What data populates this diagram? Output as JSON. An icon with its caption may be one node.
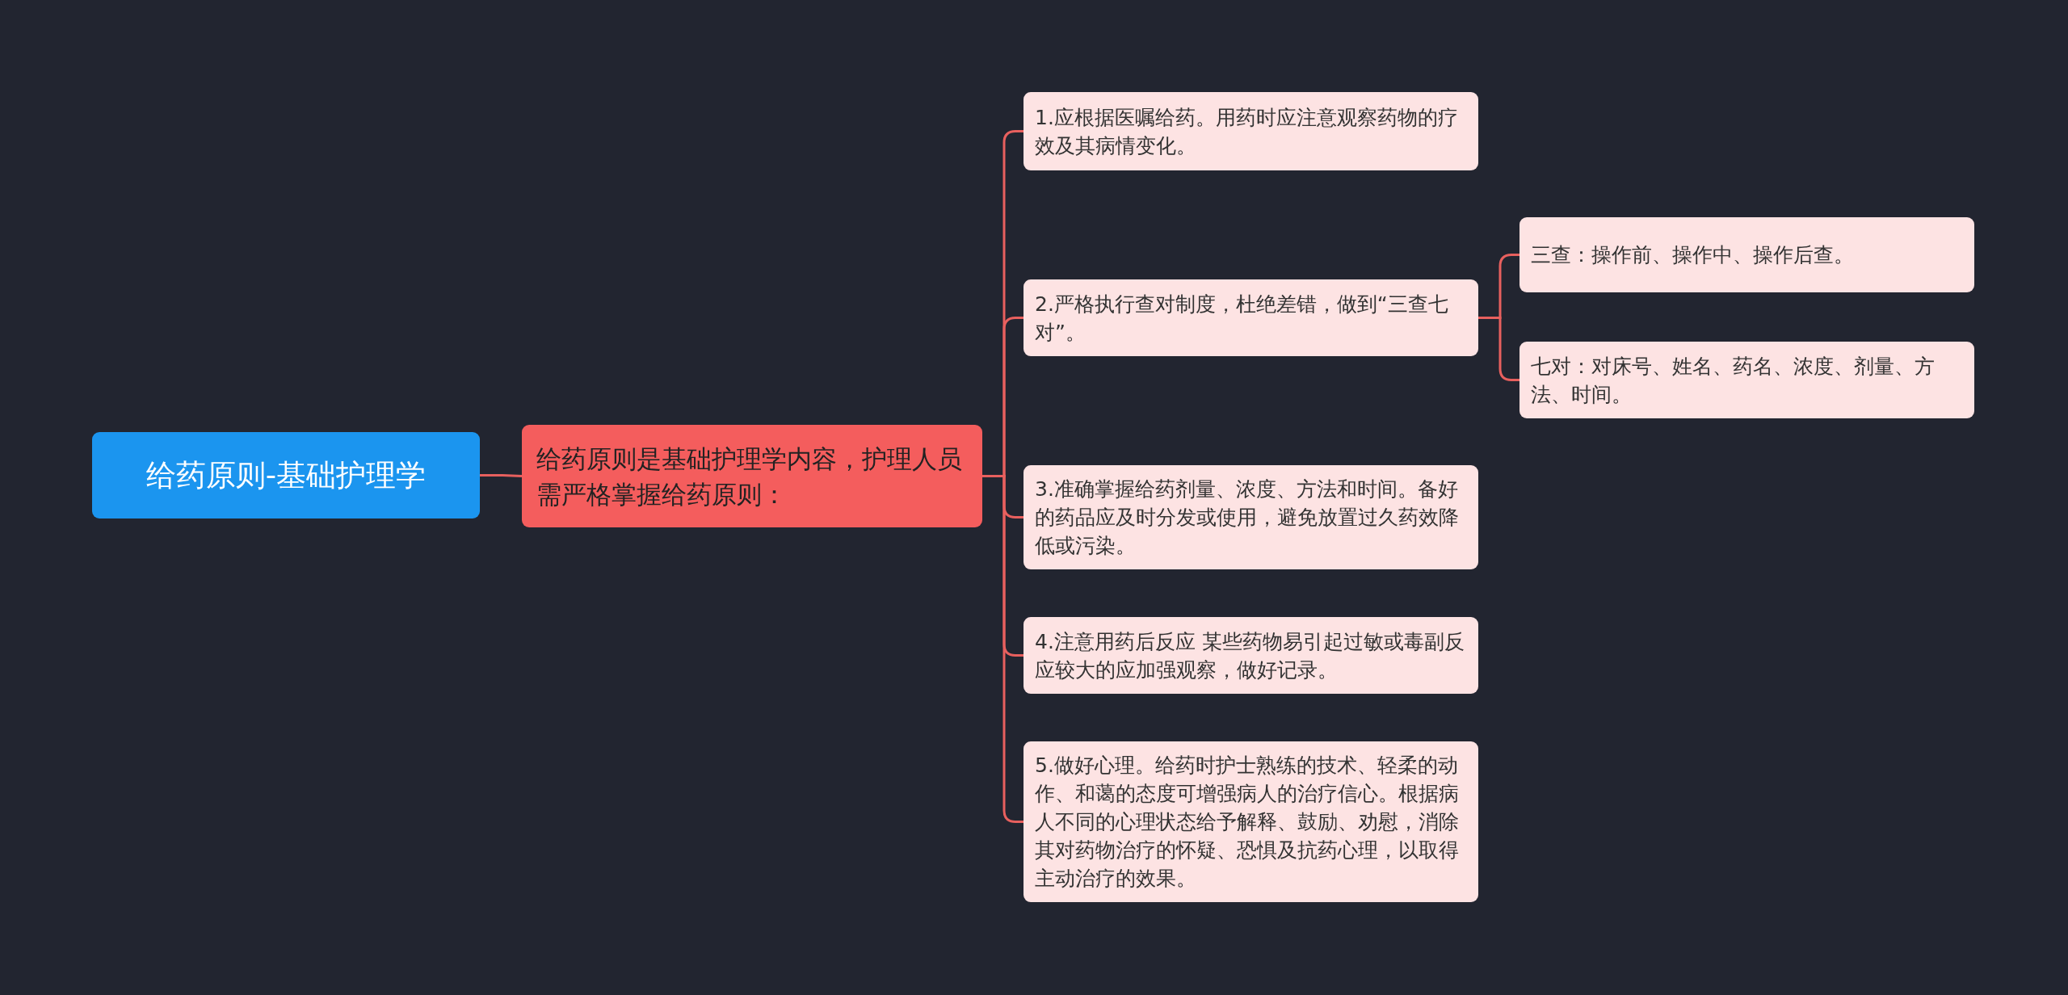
{
  "diagram": {
    "nodes": [
      {
        "text": [
          "给药原则-基础护理学"
        ]
      },
      {
        "text": [
          "给药原则是基础护理学内容，护理人员需严格掌握给药原则："
        ]
      },
      {
        "text": [
          "1.应根据医嘱给药。用药时应注意观察药物的疗效及其病情变化。"
        ]
      },
      {
        "text": [
          "2.严格执行查对制度，杜绝差错，做到“三查七对”。"
        ]
      },
      {
        "text": [
          "三查：操作前、操作中、操作后查。"
        ]
      },
      {
        "text": [
          "七对：对床号、姓名、药名、浓度、剂量、方法、时间。"
        ]
      },
      {
        "text": [
          "3.准确掌握给药剂量、浓度、方法和时间。备好的药品应及时分发或使用，避免放置过久药效降低或污染。"
        ]
      },
      {
        "text": [
          "4.注意用药后反应 某些药物易引起过敏或毒副反应较大的应加强观察，做好记录。"
        ]
      },
      {
        "text": [
          "5.做好心理。给药时护士熟练的技术、轻柔的动作、和蔼的态度可增强病人的治疗信心。根据病人不同的心理状态给予解释、鼓励、劝慰，消除其对药物治疗的怀疑、恐惧及抗药心理，以取得主动治疗的效果。"
        ]
      }
    ],
    "edges": [
      {
        "from": 0,
        "to": 1,
        "arrow": "none"
      },
      {
        "from": 1,
        "to": 2,
        "arrow": "none"
      },
      {
        "from": 1,
        "to": 3,
        "arrow": "none"
      },
      {
        "from": 3,
        "to": 4,
        "arrow": "none"
      },
      {
        "from": 3,
        "to": 5,
        "arrow": "none"
      },
      {
        "from": 1,
        "to": 6,
        "arrow": "none"
      },
      {
        "from": 1,
        "to": 7,
        "arrow": "none"
      },
      {
        "from": 1,
        "to": 8,
        "arrow": "none"
      }
    ]
  }
}
